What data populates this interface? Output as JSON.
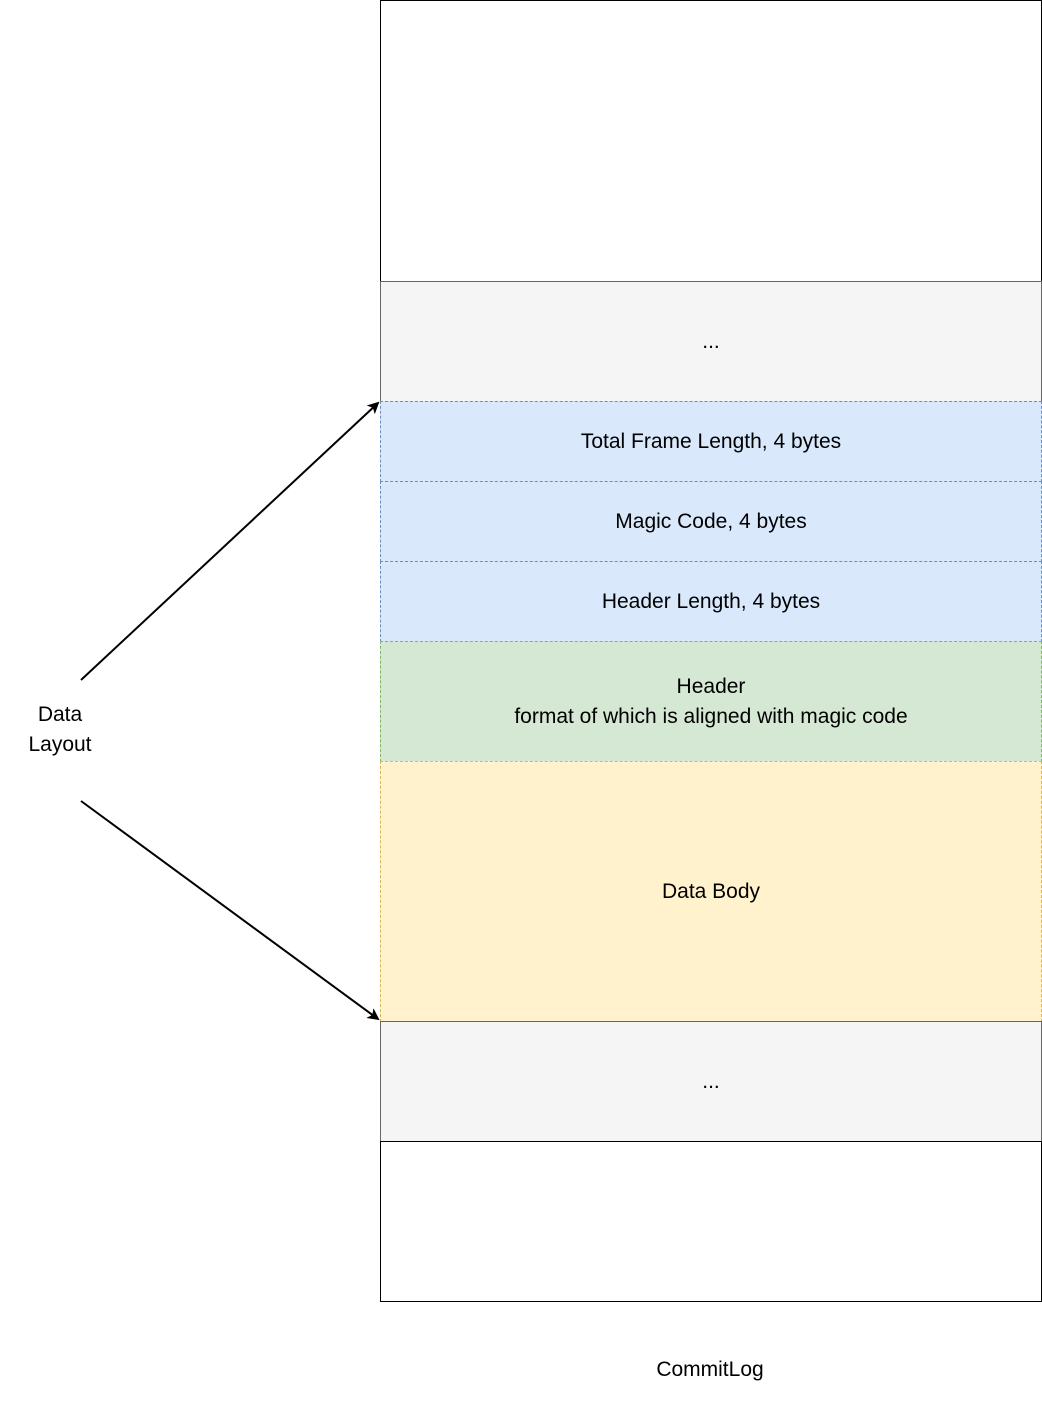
{
  "diagram": {
    "side_label": {
      "line1": "Data",
      "line2": "Layout"
    },
    "segments": {
      "gap_top": "...",
      "total_frame_length": "Total Frame Length, 4 bytes",
      "magic_code": "Magic Code, 4 bytes",
      "header_length": "Header Length, 4 bytes",
      "header_title": "Header",
      "header_desc": "format of which is aligned with magic code",
      "data_body": "Data Body",
      "gap_bottom": "..."
    },
    "caption": "CommitLog"
  },
  "colors": {
    "frame_fields_fill": "#dae8fc",
    "frame_fields_stroke": "#6c8ebf",
    "header_fill": "#d5e8d4",
    "header_stroke": "#82b366",
    "body_fill": "#fff2cc",
    "body_stroke": "#d6b656",
    "gap_fill": "#f5f5f5",
    "gap_stroke": "#666666"
  }
}
